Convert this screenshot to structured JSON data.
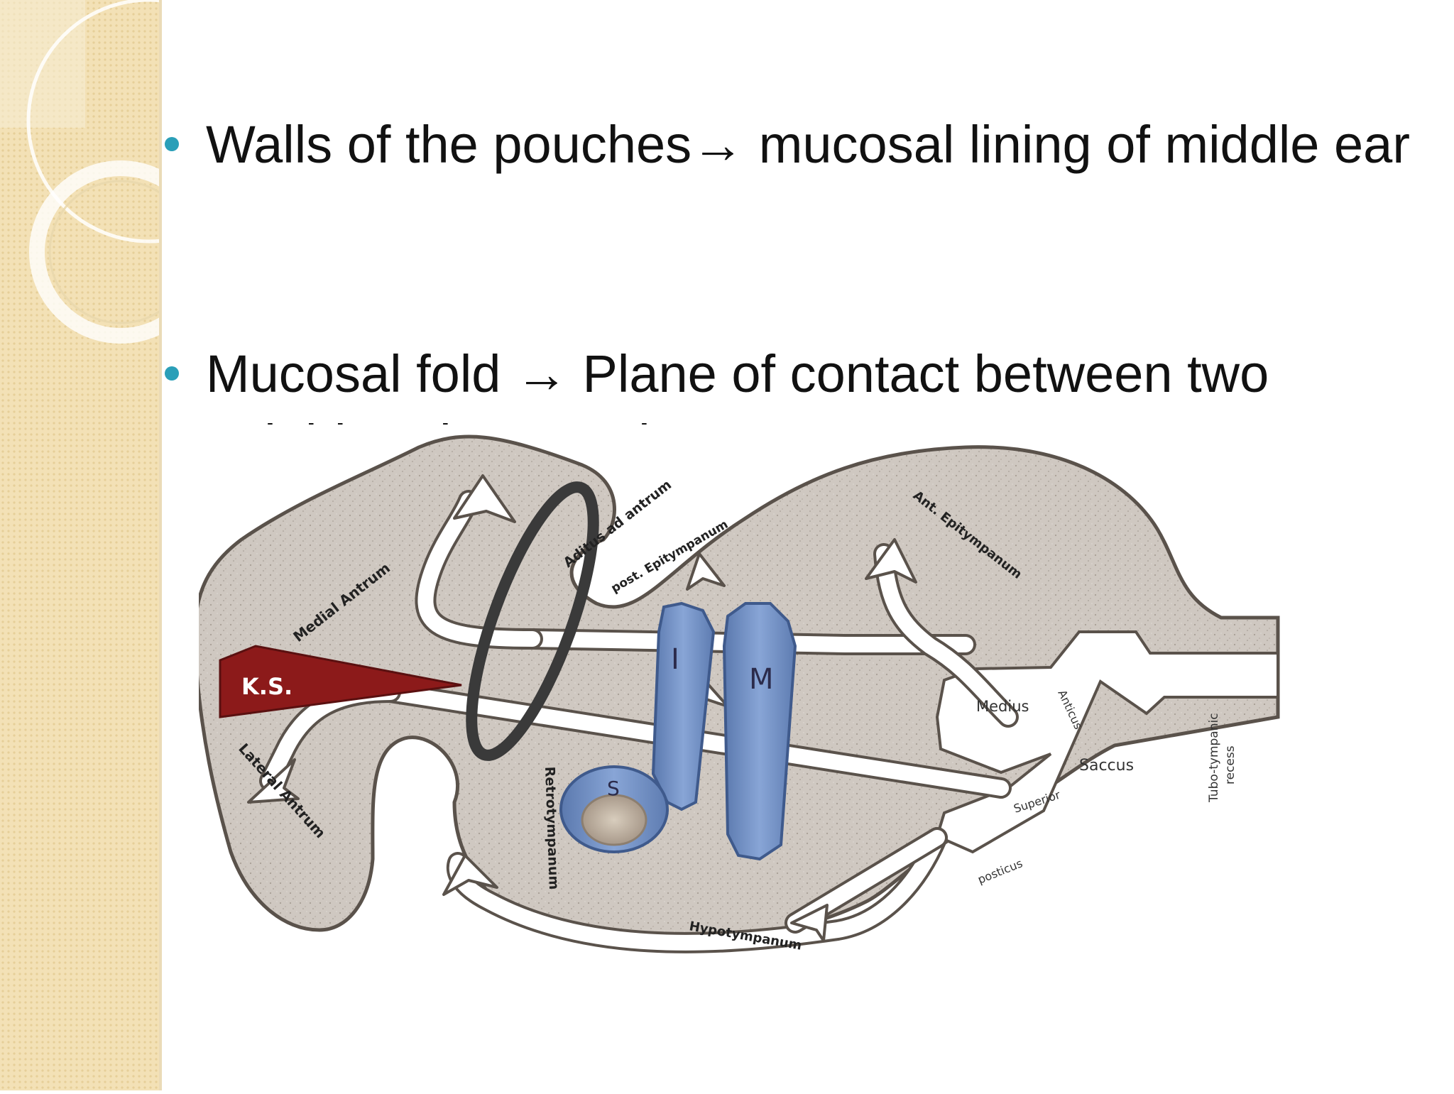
{
  "slide": {
    "bullets": [
      {
        "text": "Walls of the pouches→ mucosal lining of middle ear"
      },
      {
        "text": "Mucosal fold → Plane of contact between two neighbouring pouches"
      }
    ]
  },
  "diagram": {
    "labels": {
      "ks": "K.S.",
      "medial_antrum": "Medial Antrum",
      "lateral_antrum": "Lateral Antrum",
      "aditus": "Aditus ad antrum",
      "post_epi": "post. Epitympanum",
      "ant_epi": "Ant. Epitympanum",
      "incus": "I",
      "malleus": "M",
      "stapes": "S",
      "retrotympanum": "Retrotympanum",
      "hypotympanum": "Hypotympanum",
      "medius": "Medius",
      "anticus": "Anticus",
      "saccus": "Saccus",
      "superior": "Superior",
      "posticus": "posticus",
      "tubo_1": "Tubo-tympanic",
      "tubo_2": "recess"
    },
    "colors": {
      "tissue": "#cdc6bf",
      "ossicle": "#6f8fc4",
      "ks": "#8c1a1a",
      "sidebar": "#f1deb0"
    }
  }
}
